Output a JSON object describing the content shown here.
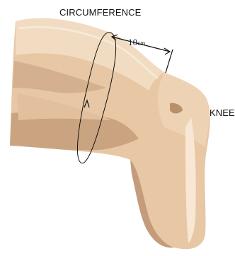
{
  "labels": {
    "title": "CIRCUMFERENCE",
    "knee": "KNEE",
    "measurement_value": "10",
    "measurement_unit": "cm"
  },
  "colors": {
    "skin_base": "#e7c7a4",
    "skin_shadow": "#cca684",
    "skin_highlight": "#f4e1cb",
    "skin_deep_shadow": "#b98f6e",
    "line": "#111111"
  },
  "icons": {
    "circumference_loop": "ellipse-with-arrow-icon",
    "measurement_arrow": "double-arrow-icon"
  }
}
